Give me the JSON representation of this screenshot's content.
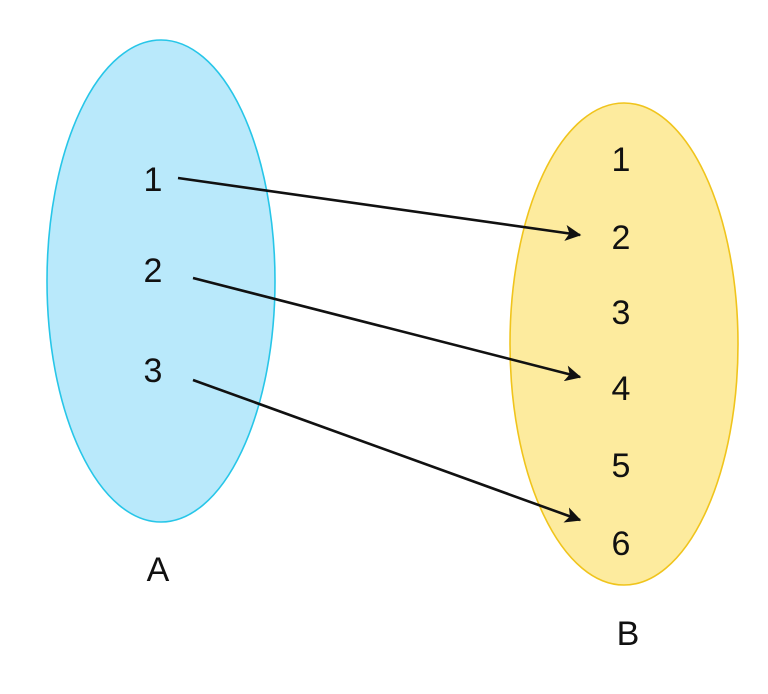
{
  "sets": [
    {
      "label": "A",
      "fill": "#b9e9fb",
      "stroke": "#27c6e8",
      "elements": [
        "1",
        "2",
        "3"
      ]
    },
    {
      "label": "B",
      "fill": "#fdeb9e",
      "stroke": "#f0c41c",
      "elements": [
        "1",
        "2",
        "3",
        "4",
        "5",
        "6"
      ]
    }
  ],
  "mappings": [
    {
      "from": "1",
      "to": "2"
    },
    {
      "from": "2",
      "to": "4"
    },
    {
      "from": "3",
      "to": "6"
    }
  ],
  "arrow_color": "#111111"
}
